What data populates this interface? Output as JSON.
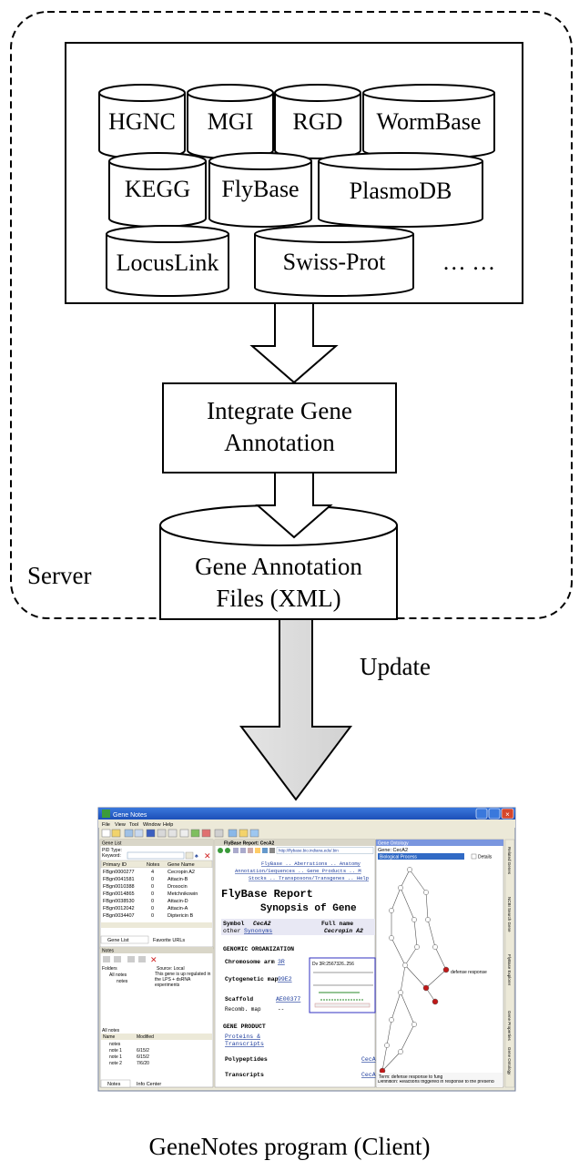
{
  "server": {
    "label": "Server",
    "databases": [
      "HGNC",
      "MGI",
      "RGD",
      "WormBase",
      "KEGG",
      "FlyBase",
      "PlasmoDB",
      "LocusLink",
      "Swiss-Prot"
    ],
    "more_label": "… …",
    "integrate_label_line1": "Integrate Gene",
    "integrate_label_line2": "Annotation",
    "files_label_line1": "Gene Annotation",
    "files_label_line2": "Files (XML)"
  },
  "update_label": "Update",
  "client_caption": "GeneNotes program (Client)",
  "screenshot": {
    "window_title": "Gene Notes",
    "menu": [
      "File",
      "View",
      "Tool",
      "Window",
      "Help"
    ],
    "gene_list": {
      "title": "Gene List",
      "pid_type_label": "PID Type:",
      "keyword_label": "Keyword:",
      "columns": [
        "Primary ID",
        "Notes",
        "Gene Name"
      ],
      "rows": [
        [
          "FBgn0000277",
          "4",
          "Cecropin A2"
        ],
        [
          "FBgn0041581",
          "0",
          "Attacin-B"
        ],
        [
          "FBgn0010388",
          "0",
          "Drosocin"
        ],
        [
          "FBgn0014865",
          "0",
          "Metchnikowin"
        ],
        [
          "FBgn0038530",
          "0",
          "Attacin-D"
        ],
        [
          "FBgn0012042",
          "0",
          "Attacin-A"
        ],
        [
          "FBgn0034407",
          "0",
          "Diptericin B"
        ]
      ],
      "tabs": [
        "Gene List",
        "Favorite URLs"
      ]
    },
    "notes": {
      "title": "Notes",
      "folders_header": "Folders",
      "source_header": "Source: Local",
      "folder_items": [
        "All notes",
        "notes"
      ],
      "note_text": "This gene is up regulated in the LPS + dsRNA experiments",
      "all_notes_label": "All notes",
      "list_columns": [
        "Name",
        "Modified"
      ],
      "list_rows": [
        [
          "notes",
          ""
        ],
        [
          "note 1",
          "6/15/2"
        ],
        [
          "note 1",
          "6/15/2"
        ],
        [
          "note 2",
          "7/6/20"
        ]
      ],
      "tabs": [
        "Notes",
        "Info Center"
      ]
    },
    "report": {
      "tab_title": "FlyBase Report: CecA2",
      "url": "http://flybase.bio.indiana.edu/.bin",
      "nav_links_line1": "FlyBase .. Aberrations .. Anatomy",
      "nav_links_line2": "Annotation/Sequences .. Gene Products .. M",
      "nav_links_line3": "Stocks .. Transposons/Transgenes .. Help",
      "heading": "FlyBase Report",
      "subheading": "Synopsis of Gene",
      "symbol_label": "Symbol",
      "symbol_value": "CecA2",
      "fullname_label": "Full name",
      "fullname_value": "Cecropin A2",
      "other_label": "other",
      "other_link": "Synonyms",
      "section1": "GENOMIC ORGANIZATION",
      "chromosome_label": "Chromosome arm",
      "chromosome_value": "3R",
      "cytogenetic_label": "Cytogenetic map",
      "cytogenetic_value": "99E2",
      "scaffold_label": "Scaffold",
      "scaffold_value": "AE00377",
      "recomb_label": "Recomb. map",
      "recomb_value": "--",
      "map_caption": "Dv 3R:2567326..256",
      "section2": "GENE PRODUCT",
      "proteins_link_line1": "Proteins &",
      "proteins_link_line2": "Transcripts",
      "polypeptides_label": "Polypeptides",
      "polypeptides_link": "CecA",
      "transcripts_label": "Transcripts",
      "transcripts_link": "CecA"
    },
    "ontology": {
      "title": "Gene Ontology",
      "gene_label": "Gene: CecA2",
      "selected_process": "Biological Process",
      "details_label": "Details",
      "node_label": "defense response",
      "term_text": "Term: defense response to fung",
      "definition_text": "Definition: Reactions triggered in response to the presence of fungi that"
    },
    "side_tabs": [
      "Related Genes",
      "NCBI Search Gene",
      "FlyBase Explorer",
      "Gene Properties",
      "Gene Ontology"
    ]
  }
}
